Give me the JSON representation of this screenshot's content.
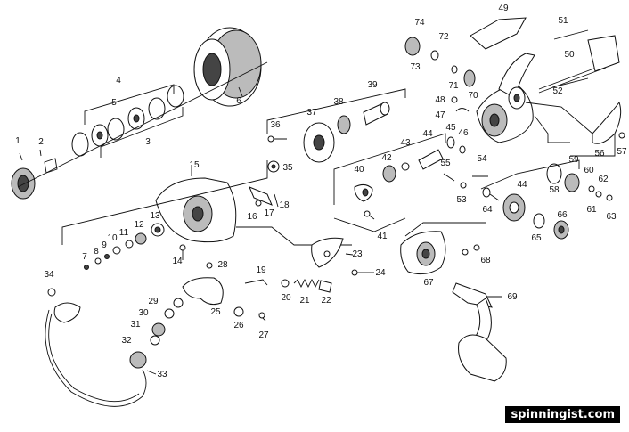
{
  "diagram": {
    "part_numbers": [
      "1",
      "2",
      "3",
      "4",
      "5",
      "6",
      "7",
      "8",
      "9",
      "10",
      "11",
      "12",
      "13",
      "14",
      "15",
      "16",
      "17",
      "18",
      "19",
      "20",
      "21",
      "22",
      "23",
      "24",
      "25",
      "26",
      "27",
      "28",
      "29",
      "30",
      "31",
      "32",
      "33",
      "34",
      "35",
      "36",
      "37",
      "38",
      "39",
      "40",
      "41",
      "42",
      "43",
      "44",
      "45",
      "46",
      "47",
      "48",
      "49",
      "50",
      "51",
      "52",
      "53",
      "54",
      "55",
      "56",
      "57",
      "58",
      "59",
      "60",
      "61",
      "62",
      "63",
      "64",
      "65",
      "66",
      "67",
      "68",
      "69",
      "70",
      "71",
      "72",
      "73",
      "74",
      "44"
    ],
    "watermark": "spinningist.com"
  }
}
